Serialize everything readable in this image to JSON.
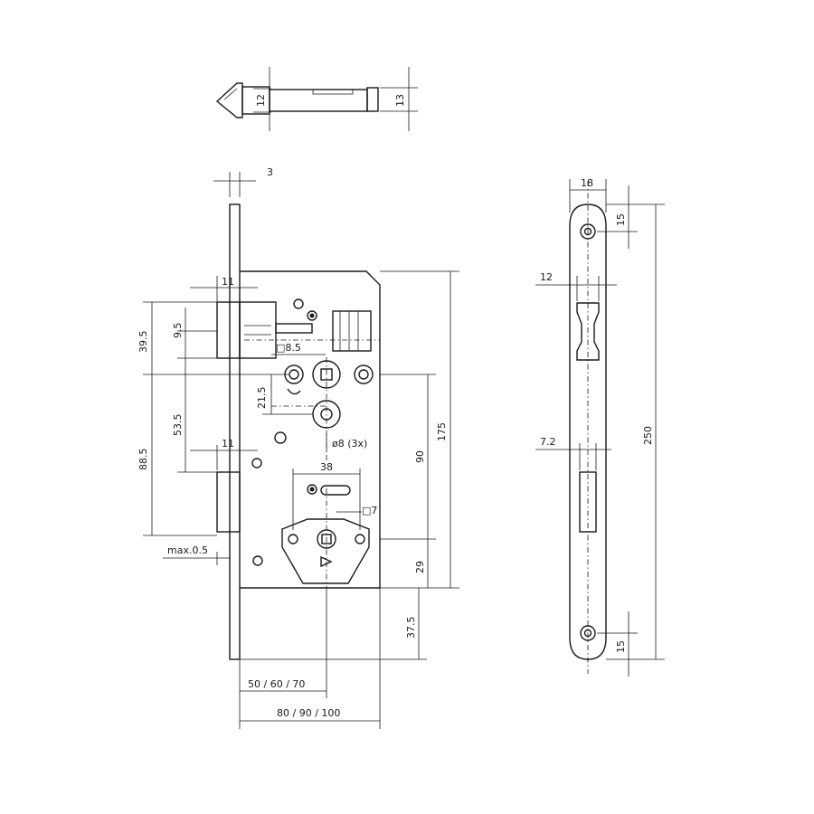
{
  "bolt_view": {
    "dims": {
      "height_a": "12",
      "height_b": "13"
    }
  },
  "front_view": {
    "dims": {
      "faceplate_thickness": "3",
      "latch_offset": "11",
      "latch_to_spindle": "39.5",
      "latch_height": "9.5",
      "square_spindle": "□8.5",
      "follower_offset": "21.5",
      "spindle_to_bolt": "53.5",
      "deadbolt_offset": "11",
      "hole_diameter": "ø8 (3x)",
      "total_spindle_to_key": "88.5",
      "key_square": "□7",
      "hole_spacing": "38",
      "distance_90": "90",
      "case_height": "175",
      "key_to_bottom": "29",
      "bottom_extension": "37.5",
      "tolerance": "max.0.5",
      "backset": "50 / 60 / 70",
      "case_depth": "80 / 90 / 100"
    }
  },
  "faceplate_view": {
    "dims": {
      "width": "18",
      "hole_from_top": "15",
      "latch_opening": "12",
      "length": "250",
      "bolt_opening": "7.2",
      "hole_from_bottom": "15"
    }
  }
}
